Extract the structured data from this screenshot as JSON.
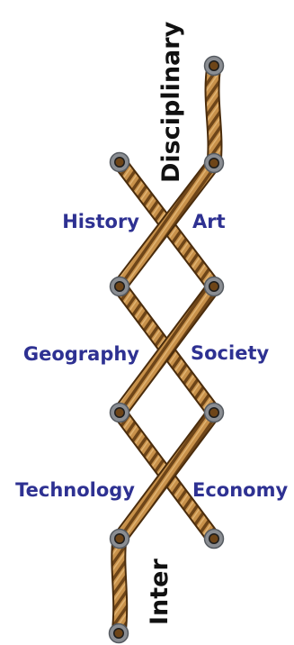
{
  "diagram": {
    "labels": {
      "history": "History",
      "art": "Art",
      "geography": "Geography",
      "society": "Society",
      "technology": "Technology",
      "economy": "Economy",
      "disciplinary": "Disciplinary",
      "inter": "Inter"
    },
    "colors": {
      "label_text": "#2e3192",
      "vertical_text": "#111111",
      "rope_light": "#c8914a",
      "rope_dark": "#6e4518",
      "rope_edge": "#4a2c0c",
      "eyelet_ring": "#8a8d92",
      "eyelet_hole": "#1c1c1c"
    },
    "icons": [
      "rope-lacing-icon",
      "eyelet-icon"
    ]
  }
}
